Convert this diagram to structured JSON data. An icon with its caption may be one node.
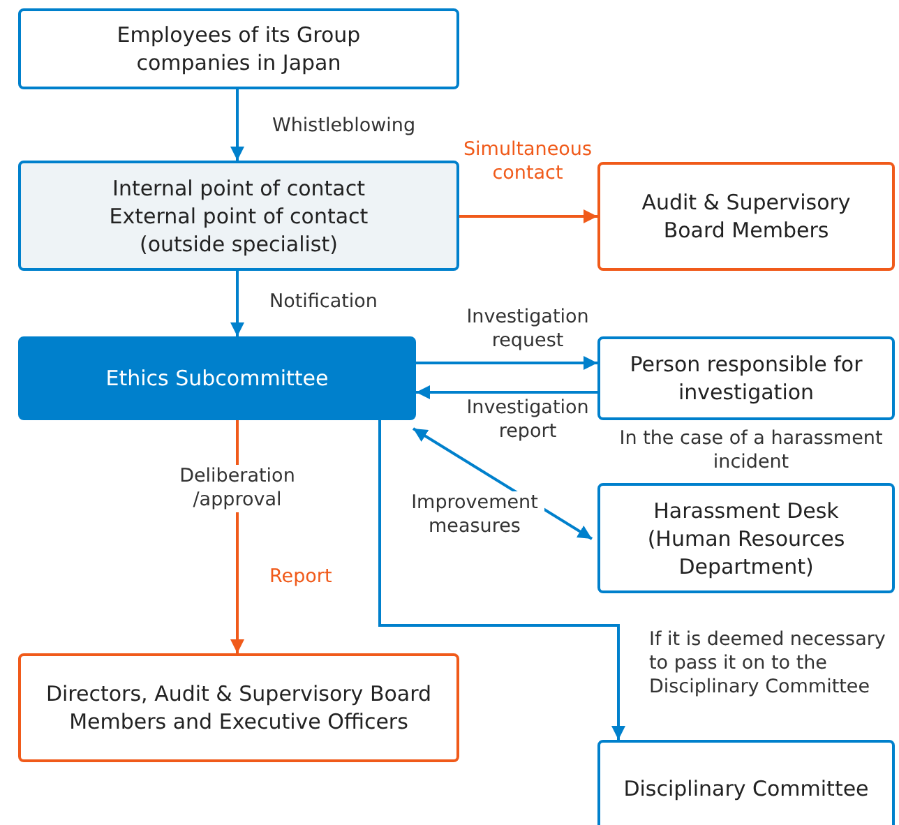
{
  "diagram": {
    "nodes": [
      {
        "text": [
          "Employees of its Group companies in Japan"
        ]
      },
      {
        "text": [
          "Internal point of contact External point of contact (outside specialist)"
        ]
      },
      {
        "text": [
          "Audit & Supervisory Board Members"
        ]
      },
      {
        "text": [
          "Ethics Subcommittee"
        ]
      },
      {
        "text": [
          "Person responsible for investigation"
        ]
      },
      {
        "text": [
          "Harassment Desk (Human Resources Department)"
        ],
        "beside": [
          "In the case of a harassment incident"
        ]
      },
      {
        "text": [
          "Directors, Audit & Supervisory Board Members and Executive Officers"
        ]
      },
      {
        "text": [
          "Disciplinary Committee"
        ],
        "beside": [
          "If it is deemed necessary to pass it on to the Disciplinary Committee"
        ]
      }
    ],
    "edges": [
      {
        "from": 0,
        "to": 1,
        "arrow": "to",
        "label": "Whistleblowing"
      },
      {
        "from": 1,
        "to": 2,
        "arrow": "to",
        "label": "Simultaneous contact",
        "color": "#f05a1a"
      },
      {
        "from": 1,
        "to": 3,
        "arrow": "to",
        "label": "Notification"
      },
      {
        "from": 3,
        "to": 4,
        "arrow": "to",
        "label": "Investigation request"
      },
      {
        "from": 4,
        "to": 3,
        "arrow": "to",
        "label": "Investigation report"
      },
      {
        "from": 3,
        "to": 5,
        "arrow": "both",
        "label": "Improvement measures"
      },
      {
        "from": 3,
        "to": 6,
        "arrow": "to",
        "label": "Report",
        "color": "#f05a1a"
      },
      {
        "from": 3,
        "to": 7,
        "arrow": "to"
      }
    ],
    "labels": [
      "Deliberation /approval"
    ]
  }
}
